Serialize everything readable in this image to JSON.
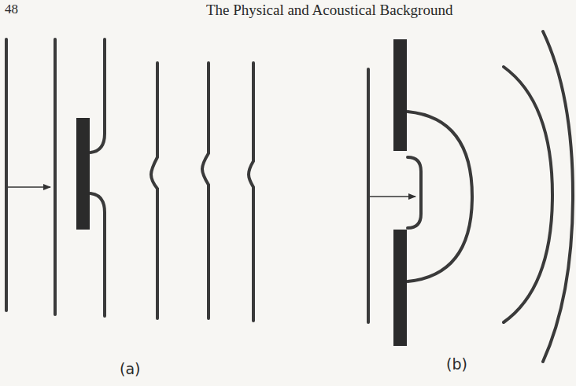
{
  "diagram": {
    "labels": [
      "48",
      "The Physical and Acoustical Background",
      "(a)",
      "(b)"
    ]
  }
}
